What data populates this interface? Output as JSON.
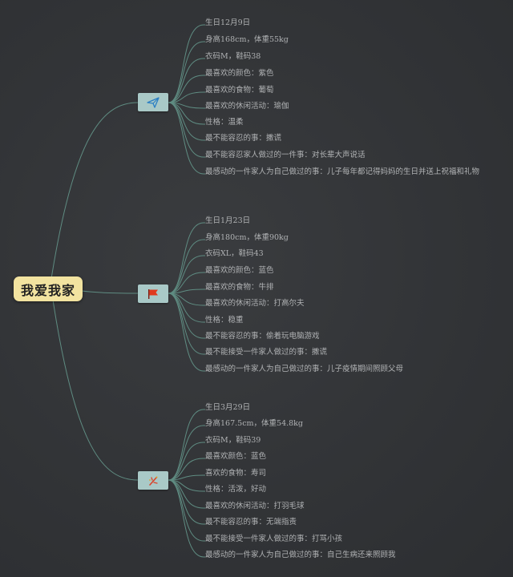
{
  "root": {
    "label": "我爱我家"
  },
  "branches": [
    {
      "icon": "paper-plane-icon",
      "items": [
        "生日12月9日",
        "身高168cm，体重55kg",
        "衣码M，鞋码38",
        "最喜欢的颜色：紫色",
        "最喜欢的食物：葡萄",
        "最喜欢的休闲活动：瑜伽",
        "性格：温柔",
        "最不能容忍的事：撒谎",
        "最不能容忍家人做过的一件事：对长辈大声说话",
        "最感动的一件家人为自己做过的事：儿子每年都记得妈妈的生日并送上祝福和礼物"
      ]
    },
    {
      "icon": "red-flag-icon",
      "items": [
        "生日1月23日",
        "身高180cm，体重90kg",
        "衣码XL，鞋码43",
        "最喜欢的颜色：蓝色",
        "最喜欢的食物：牛排",
        "最喜欢的休闲活动：打高尔夫",
        "性格：稳重",
        "最不能容忍的事：偷着玩电脑游戏",
        "最不能接受一件家人做过的事：撒谎",
        "最感动的一件家人为自己做过的事：儿子疫情期间照顾父母"
      ]
    },
    {
      "icon": "sparkle-icon",
      "items": [
        "生日3月29日",
        "身高167.5cm，体重54.8kg",
        "衣码M，鞋码39",
        "最喜欢颜色：蓝色",
        "喜欢的食物：寿司",
        "性格：活泼，好动",
        "最喜欢的休闲活动：打羽毛球",
        "最不能容忍的事：无端指责",
        "最不能接受一件家人做过的事：打骂小孩",
        "最感动的一件家人为自己做过的事：自己生病还来照顾我"
      ]
    }
  ],
  "colors": {
    "background": "#333538",
    "connector": "#5f8c82",
    "root_fill": "#f2e3a0",
    "node_fill": "#a9c9c7",
    "text": "#b0b2b4"
  }
}
